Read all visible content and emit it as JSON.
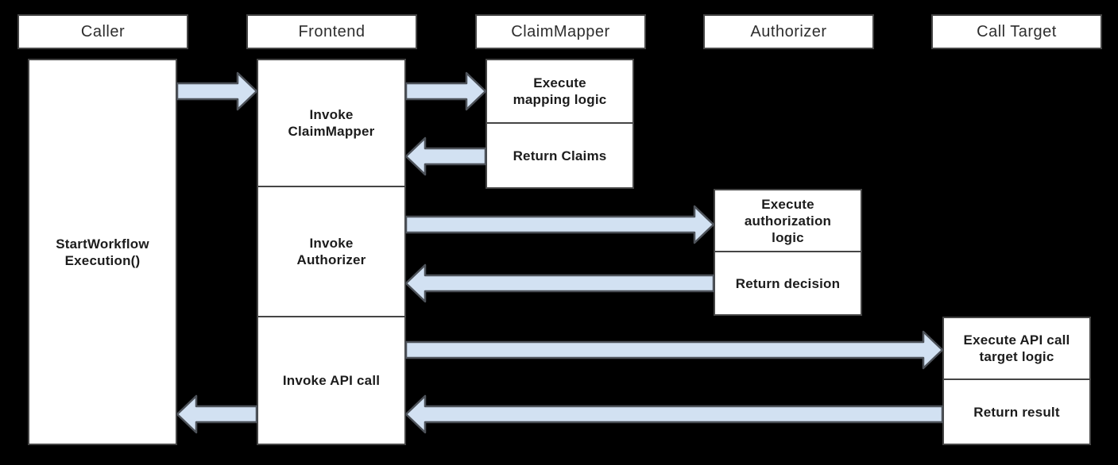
{
  "diagram": {
    "type": "sequence-diagram",
    "colors": {
      "background": "#000000",
      "box_fill": "#ffffff",
      "box_border": "#454545",
      "arrow_fill": "#d2e1f2",
      "arrow_stroke": "#4d5259",
      "text": "#1c1c1c"
    },
    "columns": [
      {
        "id": "caller",
        "label": "Caller"
      },
      {
        "id": "frontend",
        "label": "Frontend"
      },
      {
        "id": "claimmapper",
        "label": "ClaimMapper"
      },
      {
        "id": "authorizer",
        "label": "Authorizer"
      },
      {
        "id": "call-target",
        "label": "Call Target"
      }
    ],
    "tasks": {
      "caller_start": "StartWorkflow\nExecution()",
      "frontend_invoke_claimmapper": "Invoke\nClaimMapper",
      "frontend_invoke_authorizer": "Invoke\nAuthorizer",
      "frontend_invoke_api_call": "Invoke API call",
      "claimmapper_execute": "Execute\nmapping logic",
      "claimmapper_return": "Return Claims",
      "authorizer_execute": "Execute\nauthorization\nlogic",
      "authorizer_return": "Return decision",
      "calltarget_execute": "Execute API call\ntarget logic",
      "calltarget_return": "Return result"
    },
    "flows": [
      {
        "from": "Caller",
        "to": "Frontend",
        "direction": "right"
      },
      {
        "from": "Frontend",
        "to": "ClaimMapper",
        "direction": "right"
      },
      {
        "from": "ClaimMapper",
        "to": "Frontend",
        "direction": "left"
      },
      {
        "from": "Frontend",
        "to": "Authorizer",
        "direction": "right"
      },
      {
        "from": "Authorizer",
        "to": "Frontend",
        "direction": "left"
      },
      {
        "from": "Frontend",
        "to": "Call Target",
        "direction": "right"
      },
      {
        "from": "Call Target",
        "to": "Frontend",
        "direction": "left"
      },
      {
        "from": "Frontend",
        "to": "Caller",
        "direction": "left"
      }
    ]
  }
}
